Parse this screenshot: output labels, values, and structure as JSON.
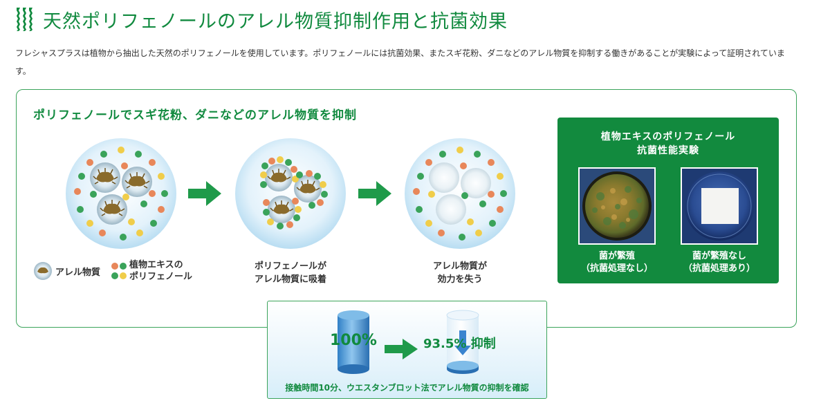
{
  "heading": {
    "icon": "green-stripes-icon",
    "title": "天然ポリフェノールのアレル物質抑制作用と抗菌効果"
  },
  "intro": {
    "text": "フレシャスプラスは植物から抽出した天然のポリフェノールを使用しています。ポリフェノールには抗菌効果、またスギ花粉、ダニなどのアレル物質を抑制する働きがあることが実験によって証明されています。"
  },
  "diagram": {
    "title": "ポリフェノールでスギ花粉、ダニなどのアレル物質を抑制",
    "captions": [
      {
        "line1": "ポリフェノールが",
        "line2": "アレル物質に吸着"
      },
      {
        "line1": "アレル物質が",
        "line2": "効力を失う"
      }
    ],
    "legend": {
      "allergen_label": "アレル物質",
      "polyphenol_line1": "植物エキスの",
      "polyphenol_line2": "ポリフェノール"
    }
  },
  "experiment": {
    "title_line1": "植物エキスのポリフェノール",
    "title_line2": "抗菌性能実験",
    "left": {
      "line1": "菌が繁殖",
      "line2": "（抗菌処理なし）"
    },
    "right": {
      "line1": "菌が繁殖なし",
      "line2": "（抗菌処理あり）"
    }
  },
  "result": {
    "before": "100%",
    "after": "93.5% 抑制",
    "after_fraction_suppressed": 0.935,
    "caption": "接触時間10分、ウエスタンブロット法でアレル物質の抑制を確認"
  },
  "colors": {
    "brand_green": "#118a3f",
    "dot_green": "#3aa35a",
    "dot_orange": "#e8875a",
    "dot_yellow": "#f0cd4a"
  }
}
